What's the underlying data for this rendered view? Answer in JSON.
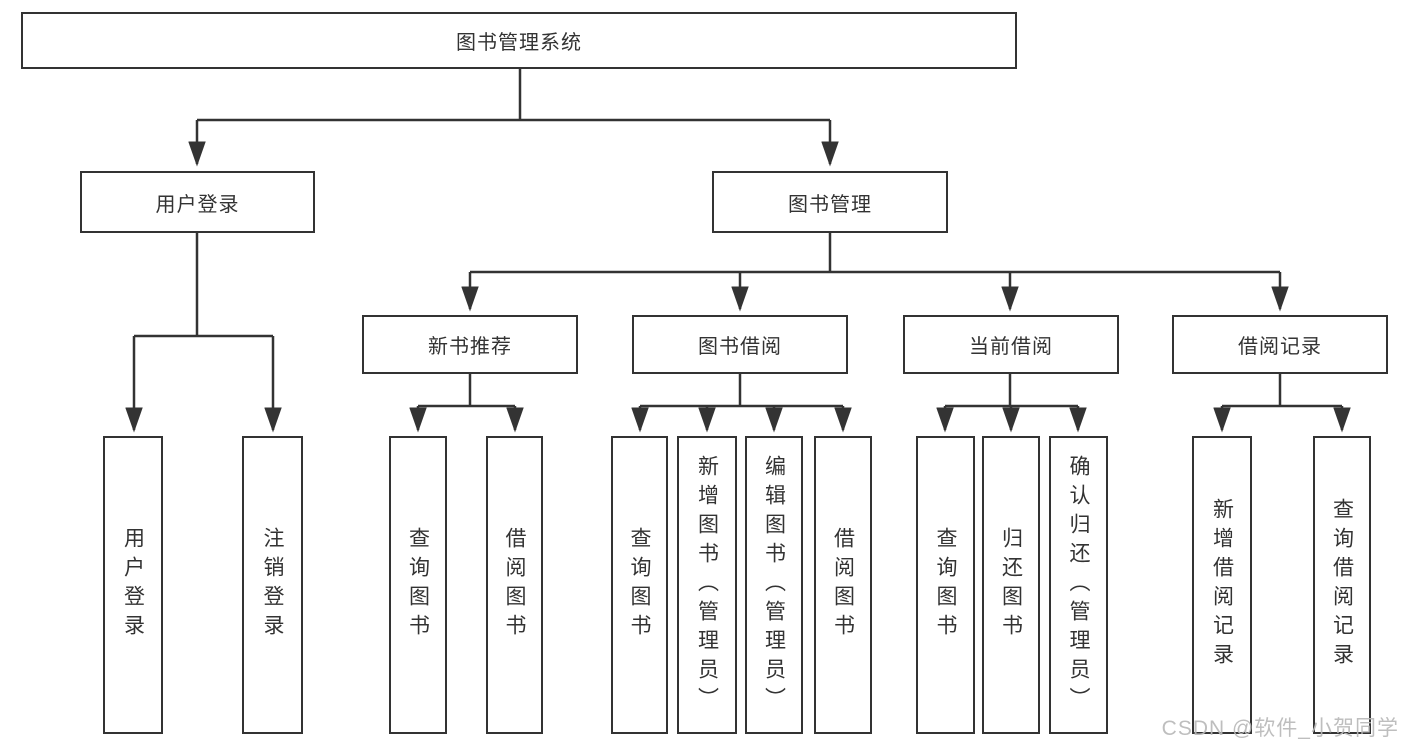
{
  "tree": {
    "root": {
      "label": "图书管理系统",
      "children": [
        {
          "label": "用户登录",
          "children": [
            {
              "label": "用户登录"
            },
            {
              "label": "注销登录"
            }
          ]
        },
        {
          "label": "图书管理",
          "children": [
            {
              "label": "新书推荐",
              "children": [
                {
                  "label": "查询图书"
                },
                {
                  "label": "借阅图书"
                }
              ]
            },
            {
              "label": "图书借阅",
              "children": [
                {
                  "label": "查询图书"
                },
                {
                  "label": "新增图书（管理员）"
                },
                {
                  "label": "编辑图书（管理员）"
                },
                {
                  "label": "借阅图书"
                }
              ]
            },
            {
              "label": "当前借阅",
              "children": [
                {
                  "label": "查询图书"
                },
                {
                  "label": "归还图书"
                },
                {
                  "label": "确认归还（管理员）"
                }
              ]
            },
            {
              "label": "借阅记录",
              "children": [
                {
                  "label": "新增借阅记录"
                },
                {
                  "label": "查询借阅记录"
                }
              ]
            }
          ]
        }
      ]
    }
  },
  "watermark": {
    "text": "CSDN @软件_小贺同学",
    "color": "#b9b9b9"
  },
  "colors": {
    "line": "#333333",
    "box_border": "#333333",
    "text": "#333333",
    "background": "#ffffff"
  }
}
